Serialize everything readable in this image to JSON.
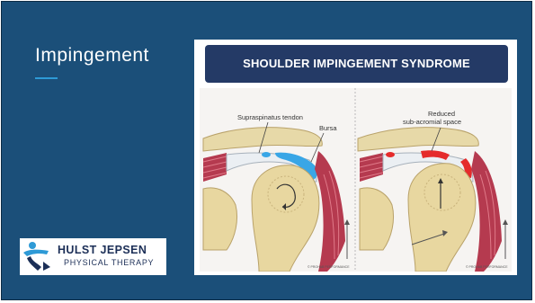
{
  "slide": {
    "title": "Impingement",
    "accent_color": "#2e9ad6",
    "background": "#1b4f79"
  },
  "logo": {
    "name": "HULST JEPSEN",
    "subtitle": "PHYSICAL THERAPY",
    "icon": "person-figure-icon"
  },
  "figure": {
    "banner": "SHOULDER IMPINGEMENT SYNDROME",
    "left_panel": {
      "label_tendon": "Supraspinatus tendon",
      "label_bursa": "Bursa",
      "credit": "© PROHAB PERFORMANCE"
    },
    "right_panel": {
      "label_line1": "Reduced",
      "label_line2": "sub-acromial space",
      "credit": "© PROHAB PERFORMANCE"
    }
  }
}
